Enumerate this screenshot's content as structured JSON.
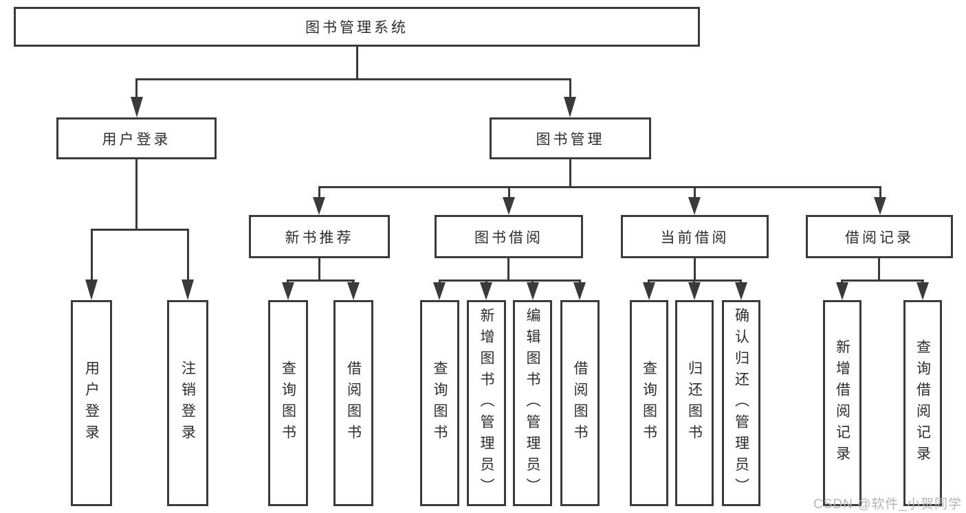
{
  "tree": {
    "label": "图书管理系统",
    "children": [
      {
        "label": "用户登录",
        "children": [
          {
            "label": "用户登录"
          },
          {
            "label": "注销登录"
          }
        ]
      },
      {
        "label": "图书管理",
        "children": [
          {
            "label": "新书推荐",
            "children": [
              {
                "label": "查询图书"
              },
              {
                "label": "借阅图书"
              }
            ]
          },
          {
            "label": "图书借阅",
            "children": [
              {
                "label": "查询图书"
              },
              {
                "label": "新增图书（管理员）"
              },
              {
                "label": "编辑图书（管理员）"
              },
              {
                "label": "借阅图书"
              }
            ]
          },
          {
            "label": "当前借阅",
            "children": [
              {
                "label": "查询图书"
              },
              {
                "label": "归还图书"
              },
              {
                "label": "确认归还（管理员）"
              }
            ]
          },
          {
            "label": "借阅记录",
            "children": [
              {
                "label": "新增借阅记录"
              },
              {
                "label": "查询借阅记录"
              }
            ]
          }
        ]
      }
    ]
  },
  "watermark": {
    "text": "CSDN @软件_小贺同学"
  },
  "colors": {
    "line": "#3a3a3a",
    "text": "#2d2d2d",
    "background": "#ffffff",
    "box_fill": "#ffffff",
    "watermark": "#b4b4b4"
  }
}
